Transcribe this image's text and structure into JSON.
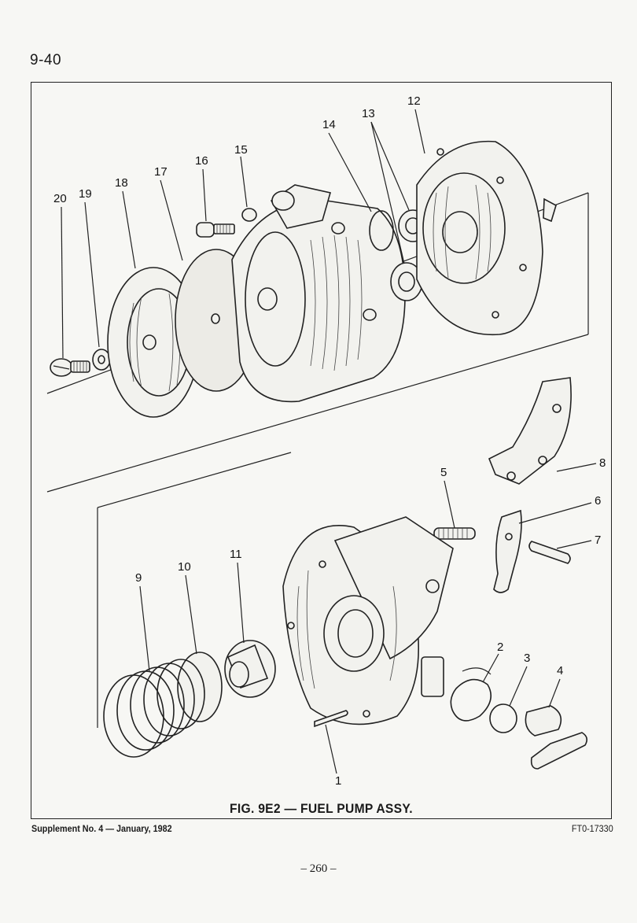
{
  "header": {
    "page_ref": "9-40"
  },
  "figure": {
    "caption": "FIG. 9E2 — FUEL PUMP ASSY.",
    "callouts": [
      "1",
      "2",
      "3",
      "4",
      "5",
      "6",
      "7",
      "8",
      "9",
      "10",
      "11",
      "12",
      "13",
      "14",
      "15",
      "16",
      "17",
      "18",
      "19",
      "20"
    ]
  },
  "footer": {
    "supplement": "Supplement No. 4 — January, 1982",
    "code": "FT0-17330",
    "page_number": "– 260 –"
  }
}
